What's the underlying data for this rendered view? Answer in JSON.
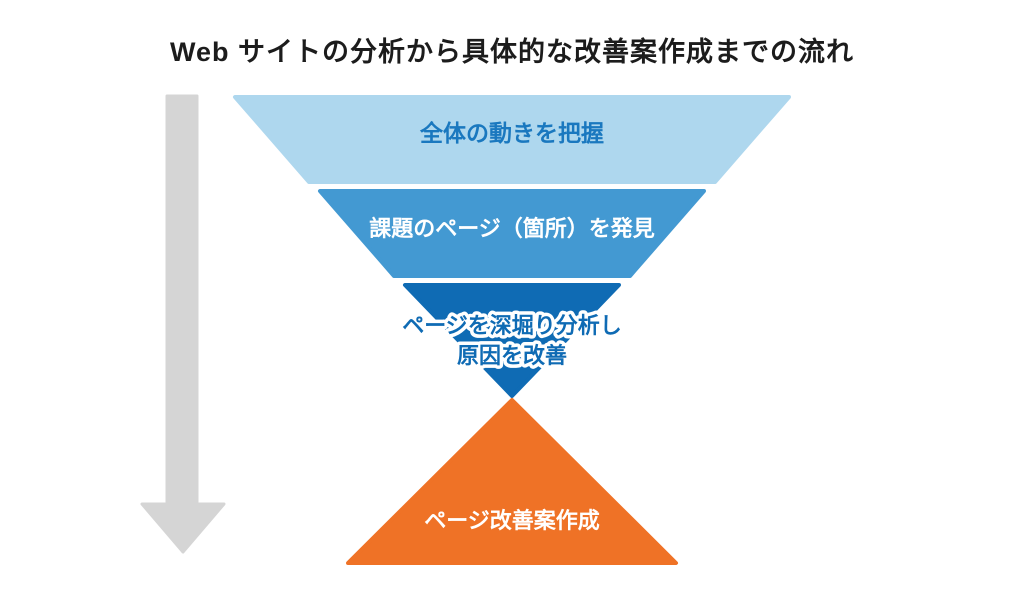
{
  "diagram": {
    "title": "Web サイトの分析から具体的な改善案作成までの流れ",
    "steps": [
      {
        "id": "step-1",
        "label": "全体の動きを把握"
      },
      {
        "id": "step-2",
        "label": "課題のページ（箇所）を発見"
      },
      {
        "id": "step-3",
        "label_line1": "ページを深堀り分析し",
        "label_line2": "原因を改善"
      }
    ],
    "result": {
      "id": "result",
      "label": "ページ改善案作成"
    },
    "icons": [
      {
        "name": "down-arrow-icon",
        "meaning": "process flows from top to bottom"
      }
    ],
    "colors": {
      "step1_fill": "#aed7ee",
      "step1_text": "#1a78bf",
      "step2_fill": "#4399d2",
      "step2_text": "#ffffff",
      "step3_fill": "#0f6bb4",
      "step3_text": "#0f6bb4",
      "step3_text_outline": "#ffffff",
      "result_fill": "#ef7226",
      "result_text": "#ffffff",
      "arrow_fill": "#d5d5d5",
      "title_text": "#1c1c1c",
      "background": "#ffffff"
    }
  }
}
